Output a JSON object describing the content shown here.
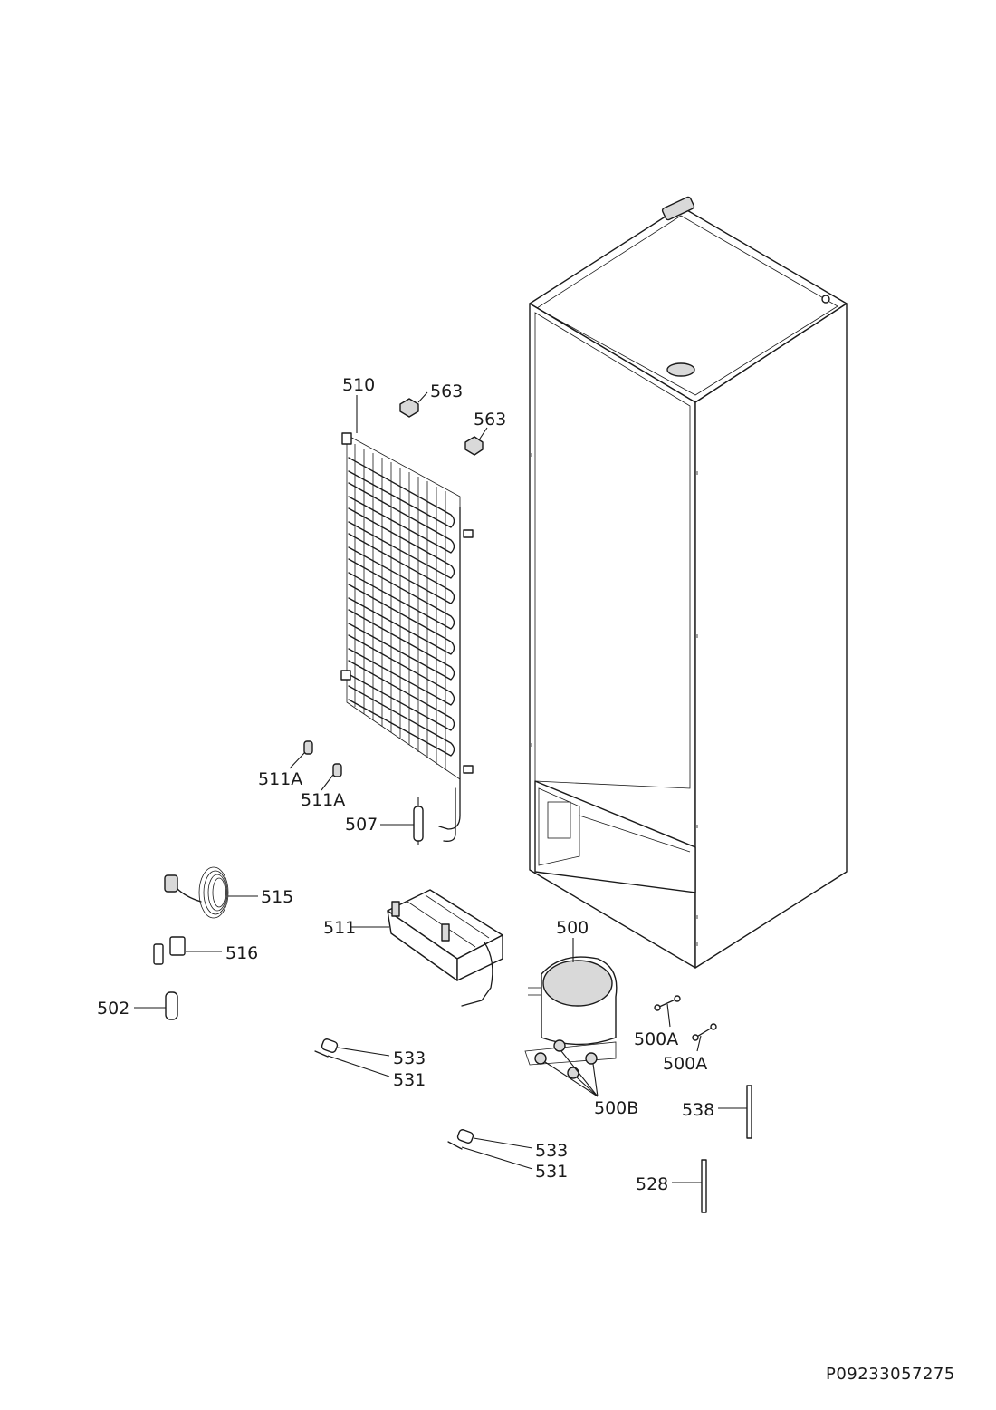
{
  "document_id": "P09233057275",
  "callouts": {
    "p510": "510",
    "p563a": "563",
    "p563b": "563",
    "p511a1": "511A",
    "p511a2": "511A",
    "p507": "507",
    "p515": "515",
    "p511": "511",
    "p500": "500",
    "p516": "516",
    "p502": "502",
    "p500a1": "500A",
    "p500a2": "500A",
    "p533a": "533",
    "p531a": "531",
    "p500b": "500B",
    "p538": "538",
    "p533b": "533",
    "p531b": "531",
    "p528": "528"
  }
}
